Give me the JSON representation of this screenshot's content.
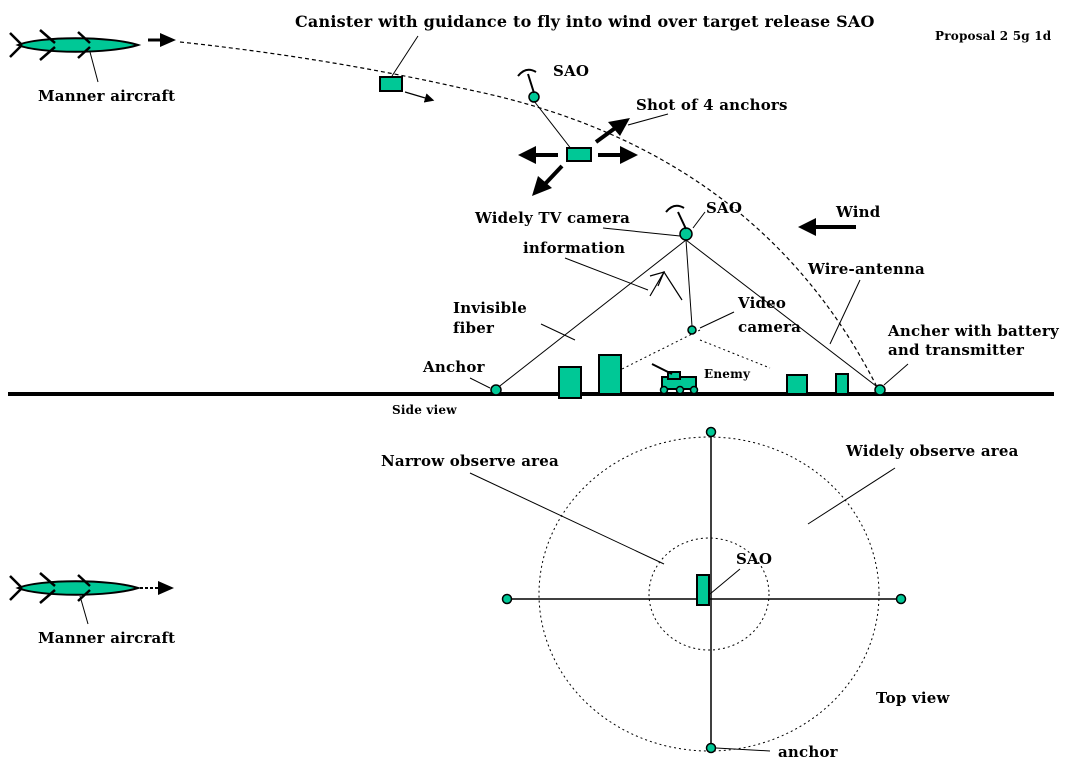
{
  "colors": {
    "accent": "#00c896",
    "line": "#000000",
    "background": "#ffffff"
  },
  "labels": {
    "proposal": "Proposal 2 5g 1d",
    "canister": "Canister with guidance to fly into wind over target release SAO",
    "mannerTop": "Manner aircraft",
    "saoTop": "SAO",
    "shot": "Shot of 4 anchors",
    "widelyTv": "Widely TV camera",
    "saoMid": "SAO",
    "wind": "Wind",
    "information": "information",
    "wireAntenna": "Wire-antenna",
    "invisible1": "Invisible",
    "invisible2": "fiber",
    "video1": "Video",
    "video2": "camera",
    "ancherBattery1": "Ancher with battery",
    "ancherBattery2": "and transmitter",
    "anchorSide": "Anchor",
    "enemy": "Enemy",
    "sideView": "Side view",
    "narrowArea": "Narrow observe area",
    "widelyArea": "Widely observe area",
    "saoBottom": "SAO",
    "mannerBottom": "Manner aircraft",
    "topView": "Top view",
    "anchorBottom": "anchor"
  }
}
